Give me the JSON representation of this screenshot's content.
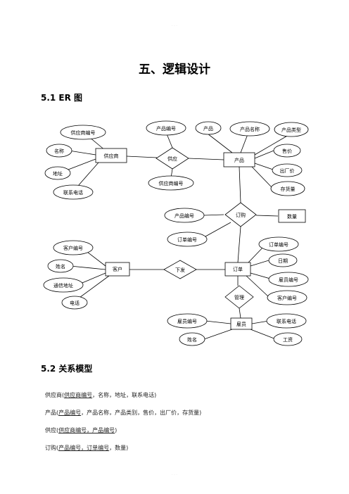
{
  "header_text": "· · ·",
  "footer_text": "· · ·",
  "chapter_title": "五、逻辑设计",
  "section_er": "5.1 ER 图",
  "section_relational": "5.2  关系模型",
  "er": {
    "entities": {
      "supplier": "供应商",
      "product": "产品",
      "customer": "客户",
      "order": "订单",
      "employee": "雇员"
    },
    "relationships": {
      "supply": "供应",
      "purchase": "订购",
      "issue": "下发",
      "manage": "管理"
    },
    "attributes": {
      "supplier_id": "供应商编号",
      "supplier_name": "名称",
      "supplier_address": "地址",
      "supplier_phone": "联系电话",
      "supply_product_id": "产品编号",
      "supply_supplier_id": "供应商编号",
      "product_id": "产品",
      "product_name": "产品名称",
      "product_type": "产品类型",
      "product_price": "售价",
      "product_factory_price": "出厂价",
      "product_stock": "存货量",
      "purchase_product_id": "产品编号",
      "purchase_order_id": "订单编号",
      "purchase_quantity": "数量",
      "customer_id": "客户编号",
      "customer_name": "姓名",
      "customer_address": "通信地址",
      "customer_phone": "电话",
      "order_id": "订单编号",
      "order_date": "日期",
      "order_employee_id": "雇员编号",
      "order_customer_id": "客户编号",
      "employee_id": "雇员编号",
      "employee_name": "姓名",
      "employee_phone": "联系电话",
      "employee_salary": "工资"
    }
  },
  "relational_model": [
    {
      "name": "供应商",
      "key": "供应商编号",
      "rest": "，名称，地址，联系电话"
    },
    {
      "name": "产品",
      "key": "产品编号",
      "rest": "，产品名称，产品类别，售价，出厂价，存货量"
    },
    {
      "name": "供应",
      "key": "供应商编号，产品编号",
      "rest": ""
    },
    {
      "name": "订购",
      "key": "产品编号，订单编号",
      "rest": "，数量"
    }
  ]
}
